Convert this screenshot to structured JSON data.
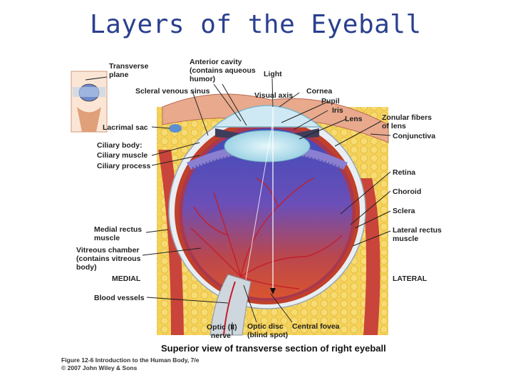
{
  "title": "Layers of the Eyeball",
  "caption": "Superior view of transverse section of right eyeball",
  "figure_credit": {
    "line1": "Figure 12-6  Introduction to the Human Body, 7/e",
    "line2": "© 2007 John Wiley & Sons"
  },
  "labels": {
    "transverse_plane": [
      "Transverse",
      "plane"
    ],
    "anterior_cavity": [
      "Anterior cavity",
      "(contains aqueous",
      "humor)"
    ],
    "light": "Light",
    "scleral_venous_sinus": "Scleral venous sinus",
    "visual_axis": "Visual axis",
    "cornea": "Cornea",
    "pupil": "Pupil",
    "iris": "Iris",
    "lens": "Lens",
    "zonular_fibers": [
      "Zonular fibers",
      "of lens"
    ],
    "conjunctiva": "Conjunctiva",
    "lacrimal_sac": "Lacrimal sac",
    "ciliary_body": "Ciliary body:",
    "ciliary_muscle": "Ciliary muscle",
    "ciliary_process": "Ciliary process",
    "retina": "Retina",
    "choroid": "Choroid",
    "sclera": "Sclera",
    "medial_rectus": [
      "Medial rectus",
      "muscle"
    ],
    "lateral_rectus": [
      "Lateral rectus",
      "muscle"
    ],
    "vitreous_chamber": [
      "Vitreous chamber",
      "(contains vitreous",
      "body)"
    ],
    "medial": "MEDIAL",
    "lateral": "LATERAL",
    "blood_vessels": "Blood vessels",
    "optic_nerve": [
      "Optic (II)",
      "nerve"
    ],
    "optic_disc": [
      "Optic disc",
      "(blind spot)"
    ],
    "central_fovea": "Central fovea"
  },
  "colors": {
    "title": "#2a3f8f",
    "fat": "#f3cf52",
    "sclera": "#e9eef2",
    "choroid": "#c0402a",
    "retina_inner": "#b13d56",
    "vitreous_top": "#4a4fb5",
    "vitreous_bottom": "#d04a3a",
    "lens": "#bfe6ef",
    "cornea": "#cfe9f4"
  }
}
